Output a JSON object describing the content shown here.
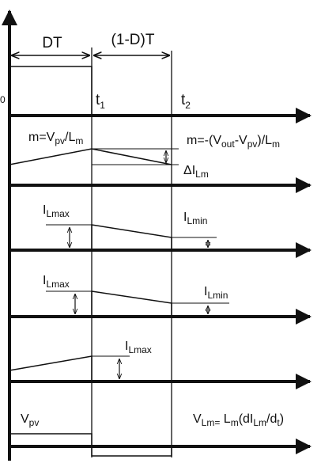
{
  "labels": {
    "dt": "DT",
    "one_minus_d": "(1-D)T",
    "zero": "0",
    "t1_base": "t",
    "t1_sub": "1",
    "t2_base": "t",
    "t2_sub": "2",
    "slope_up": {
      "p1": "m=V",
      "sub1": "pv",
      "p2": "/L",
      "sub2": "m"
    },
    "slope_down": {
      "p1": "m=-(V",
      "sub1": "out",
      "p2": "-V",
      "sub2": "pv",
      "p3": ")/L",
      "sub3": "m"
    },
    "delta_ilm": {
      "p1": "ΔI",
      "sub1": "Lm"
    },
    "ilmax_1": {
      "base": "I",
      "sub": "Lmax"
    },
    "ilmin_1": {
      "base": "I",
      "sub": "Lmin"
    },
    "ilmax_2": {
      "base": "I",
      "sub": "Lmax"
    },
    "ilmin_2": {
      "base": "I",
      "sub": "Lmin"
    },
    "ilmax_3": {
      "base": "I",
      "sub": "Lmax"
    },
    "vpv": {
      "base": "V",
      "sub": "pv"
    },
    "vlm_eq": {
      "p1": "V",
      "sub1": "Lm=",
      "p2": " L",
      "sub2": "m",
      "p3": "(dI",
      "sub3": "Lm",
      "p4": "/d",
      "sub4": "t",
      "p5": ")"
    }
  },
  "colors": {
    "ink": "#111111",
    "background": "#ffffff"
  }
}
